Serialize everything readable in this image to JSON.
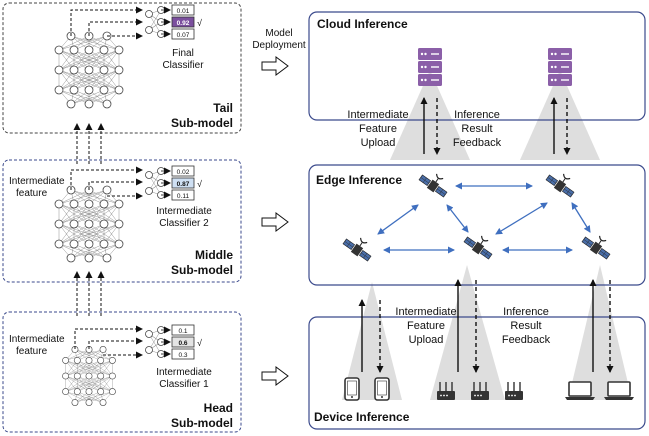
{
  "left": {
    "tail": {
      "title_line1": "Tail",
      "title_line2": "Sub-model",
      "classifier_line1": "Final",
      "classifier_line2": "Classifier",
      "outputs": [
        "0.01",
        "0.92",
        "0.07"
      ],
      "check": "√"
    },
    "middle": {
      "title_line1": "Middle",
      "title_line2": "Sub-model",
      "feature_line1": "Intermediate",
      "feature_line2": "feature",
      "classifier_line1": "Intermediate",
      "classifier_line2": "Classifier 2",
      "outputs": [
        "0.02",
        "0.87",
        "0.11"
      ],
      "check": "√"
    },
    "head": {
      "title_line1": "Head",
      "title_line2": "Sub-model",
      "feature_line1": "Intermediate",
      "feature_line2": "feature",
      "classifier_line1": "Intermediate",
      "classifier_line2": "Classifier 1",
      "outputs": [
        "0.1",
        "0.6",
        "0.3"
      ],
      "check": "√"
    },
    "deployment_line1": "Model",
    "deployment_line2": "Deployment"
  },
  "right": {
    "cloud_title": "Cloud Inference",
    "edge_title": "Edge Inference",
    "device_title": "Device Inference",
    "upper_upload": [
      "Intermediate",
      "Feature",
      "Upload"
    ],
    "upper_feedback": [
      "Inference",
      "Result",
      "Feedback"
    ],
    "lower_upload": [
      "Intermediate",
      "Feature",
      "Upload"
    ],
    "lower_feedback": [
      "Inference",
      "Result",
      "Feedback"
    ]
  },
  "colors": {
    "purple": "#8b5fa8",
    "highlight_purple": "#7b4f9e",
    "highlight_blue": "#cfe0f3",
    "sat_arrow": "#3f6fbf",
    "beam": "#d9d9d9"
  },
  "icons": [
    "server-icon",
    "satellite-icon",
    "phone-icon",
    "router-icon",
    "laptop-icon",
    "hollow-arrow-icon"
  ]
}
